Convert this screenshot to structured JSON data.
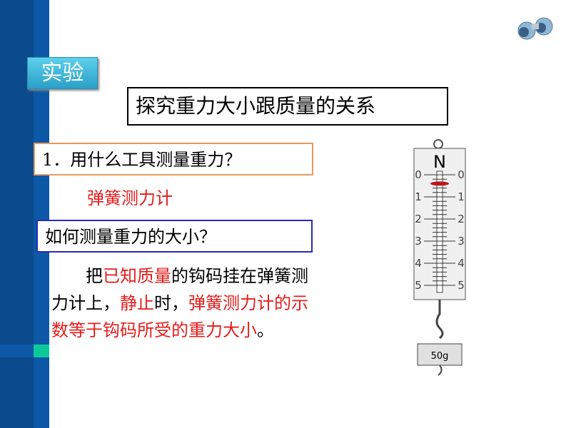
{
  "badge": "实验",
  "title": "探究重力大小跟质量的关系",
  "q1": "1．用什么工具测量重力？",
  "a1": "弹簧测力计",
  "q2": "如何测量重力的大小？",
  "para": [
    {
      "t": "　　把",
      "r": false
    },
    {
      "t": "已知质量",
      "r": true
    },
    {
      "t": "的钩码挂在弹簧测力计上，",
      "r": false
    },
    {
      "t": "静止",
      "r": true
    },
    {
      "t": "时，",
      "r": false
    },
    {
      "t": "弹簧测力计的示数等于钩码所受的重力大小",
      "r": true
    },
    {
      "t": "。",
      "r": false
    }
  ],
  "scale": {
    "unit": "N",
    "labels": [
      "0",
      "1",
      "2",
      "3",
      "4",
      "5"
    ],
    "reading": 0.4,
    "weight": "50g"
  },
  "colors": {
    "accent_red": "#e41c1c",
    "sidebar": "#0b4a8c"
  }
}
